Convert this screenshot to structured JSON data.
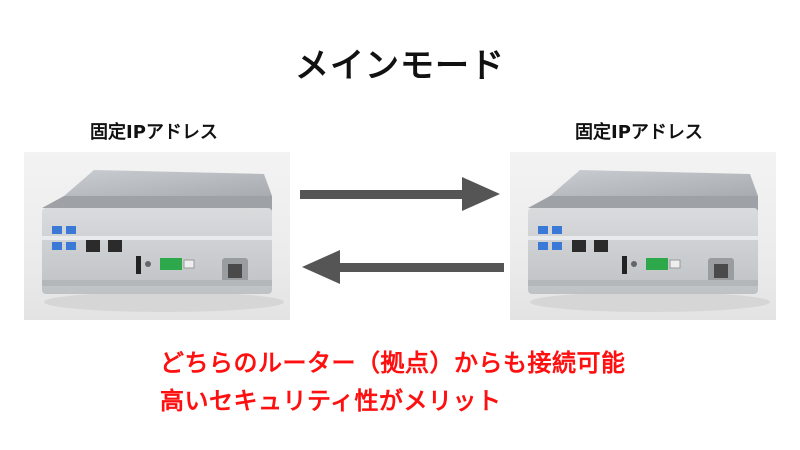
{
  "title": "メインモード",
  "devices": {
    "left_label": "固定IPアドレス",
    "right_label": "固定IPアドレス"
  },
  "arrows": {
    "top_direction": "right",
    "bottom_direction": "left",
    "color": "#555555"
  },
  "notes": {
    "line1": "どちらのルーター（拠点）からも接続可能",
    "line2": "高いセキュリティ性がメリット",
    "color": "#ff1010"
  }
}
